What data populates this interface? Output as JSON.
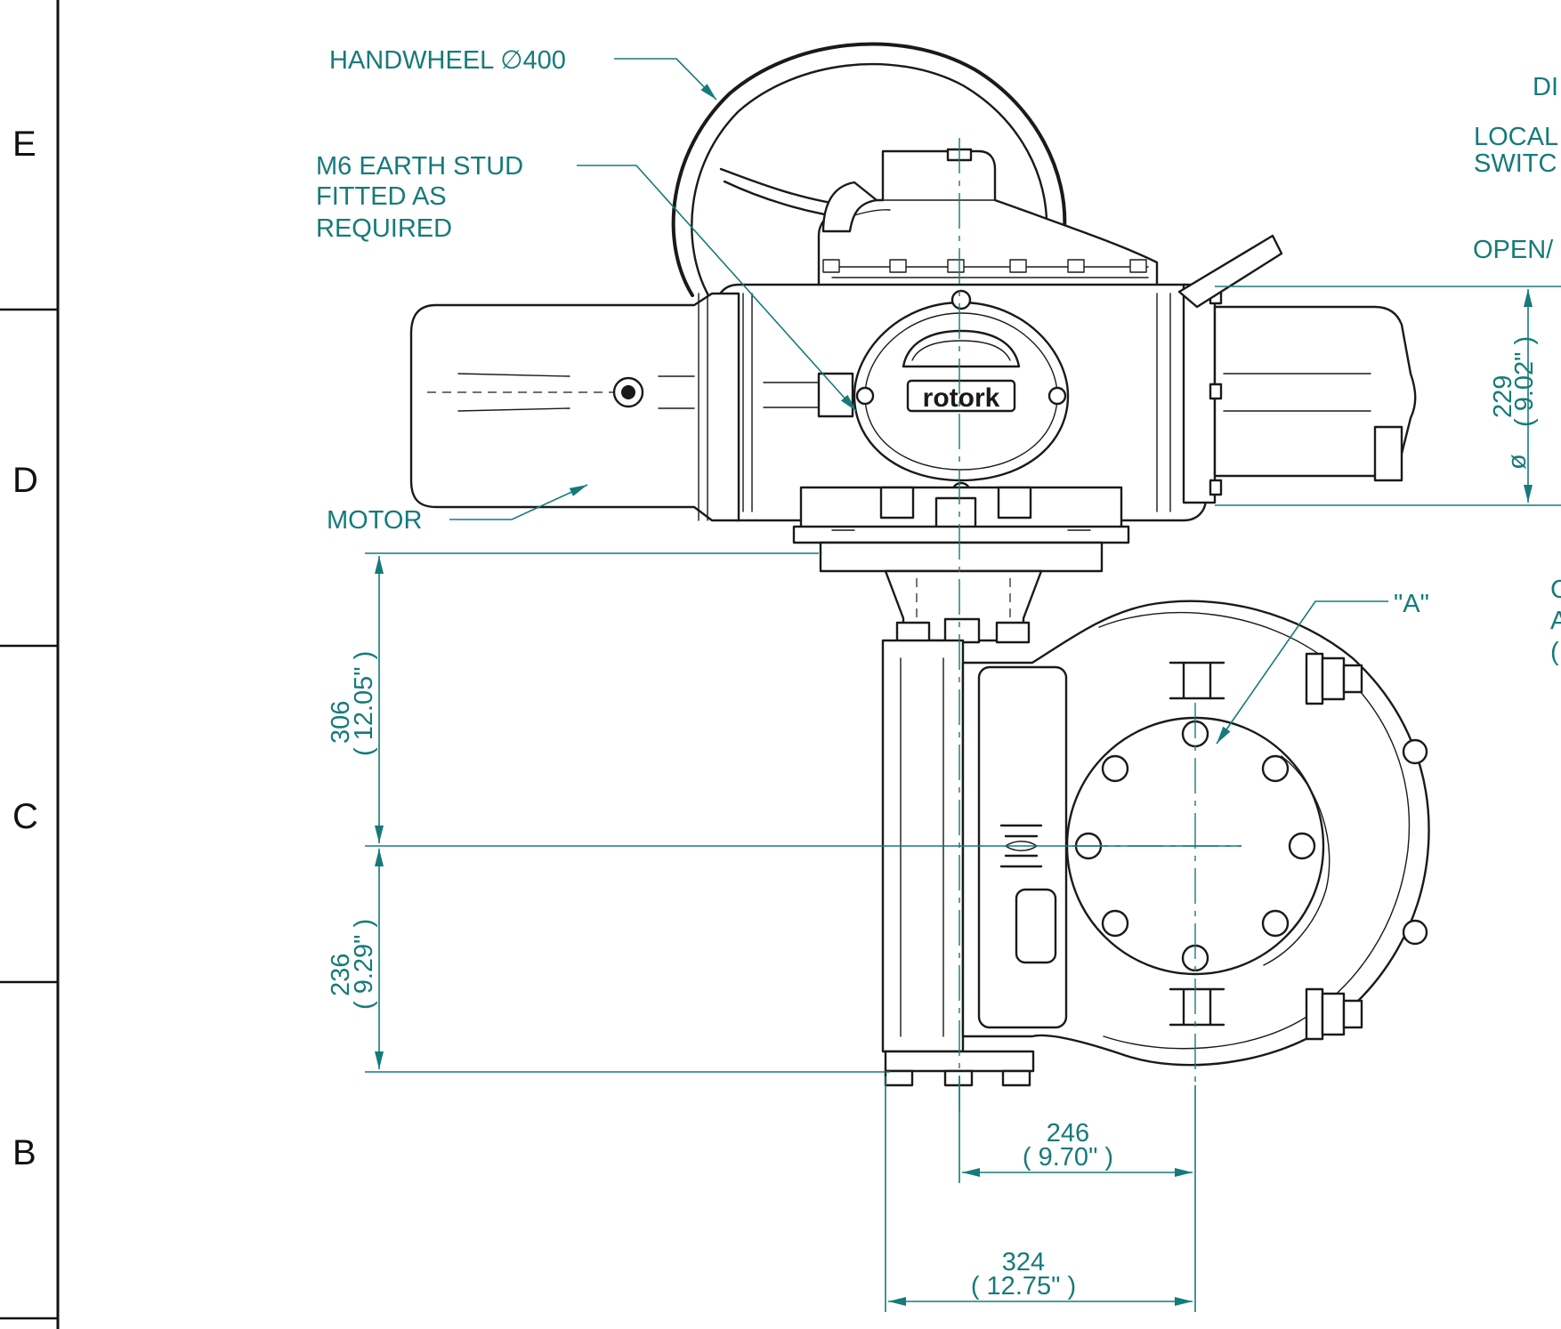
{
  "zones": {
    "e": "E",
    "d": "D",
    "c": "C",
    "b": "B"
  },
  "callouts": {
    "handwheel": "HANDWHEEL ∅400",
    "earth_stud_line1": "M6 EARTH STUD",
    "earth_stud_line2": "FITTED AS",
    "earth_stud_line3": "REQUIRED",
    "motor": "MOTOR",
    "view_a": "\"A\"",
    "display_partial": "DI",
    "local_partial_line1": "LOCAL",
    "local_partial_line2": "SWITC",
    "open_partial": "OPEN/",
    "right_partial_line1": "C",
    "right_partial_line2": "A",
    "right_partial_line3": "("
  },
  "dimensions": {
    "d229_mm": "229",
    "d229_in": "( 9.02\" )",
    "d229_dia": "ø",
    "d306_mm": "306",
    "d306_in": "( 12.05\" )",
    "d236_mm": "236",
    "d236_in": "( 9.29\" )",
    "d246_mm": "246",
    "d246_in": "( 9.70\" )",
    "d324_mm": "324",
    "d324_in": "( 12.75\" )"
  },
  "logo": "rotork",
  "colors": {
    "annotation": "#167a7a",
    "ink": "#1a1a1a"
  }
}
